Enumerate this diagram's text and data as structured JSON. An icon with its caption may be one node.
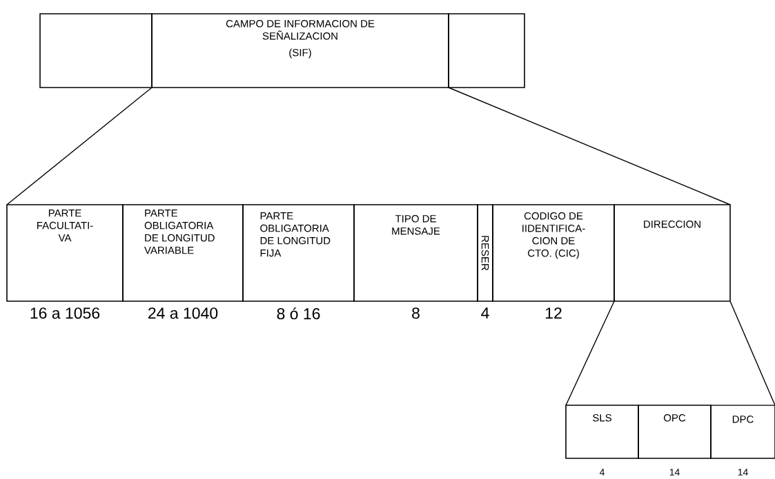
{
  "diagram": {
    "nodes": [
      {
        "text": [],
        "shape": "box"
      },
      {
        "text": [
          "CAMPO DE INFORMACION DE SEÑALIZACION",
          "(SIF)"
        ]
      },
      {
        "text": [],
        "shape": "box"
      },
      {
        "text": [
          "PARTE FACULTATI-VA"
        ],
        "beside": [
          "16 a 1056"
        ]
      },
      {
        "text": [
          "PARTE OBLIGATORIA DE LONGITUD VARIABLE"
        ],
        "beside": [
          "24 a 1040"
        ]
      },
      {
        "text": [
          "PARTE OBLIGATORIA DE LONGITUD FIJA"
        ],
        "beside": [
          "8 ó 16"
        ]
      },
      {
        "text": [
          "TIPO DE MENSAJE"
        ],
        "beside": [
          "8"
        ]
      },
      {
        "text": [
          "RESER"
        ],
        "beside": [
          "4"
        ]
      },
      {
        "text": [
          "CODIGO DE IIDENTIFICA-CION DE CTO. (CIC)"
        ],
        "beside": [
          "12"
        ]
      },
      {
        "text": [
          "DIRECCION"
        ]
      },
      {
        "text": [
          "SLS"
        ],
        "beside": [
          "4"
        ]
      },
      {
        "text": [
          "OPC"
        ],
        "beside": [
          "14"
        ]
      },
      {
        "text": [
          "DPC"
        ],
        "beside": [
          "14"
        ]
      }
    ],
    "edges": [
      {
        "from": 1,
        "to": 3,
        "arrow": "none"
      },
      {
        "from": 1,
        "to": 9,
        "arrow": "none"
      },
      {
        "from": 9,
        "to": 10,
        "arrow": "none"
      },
      {
        "from": 9,
        "to": 12,
        "arrow": "none"
      }
    ]
  }
}
